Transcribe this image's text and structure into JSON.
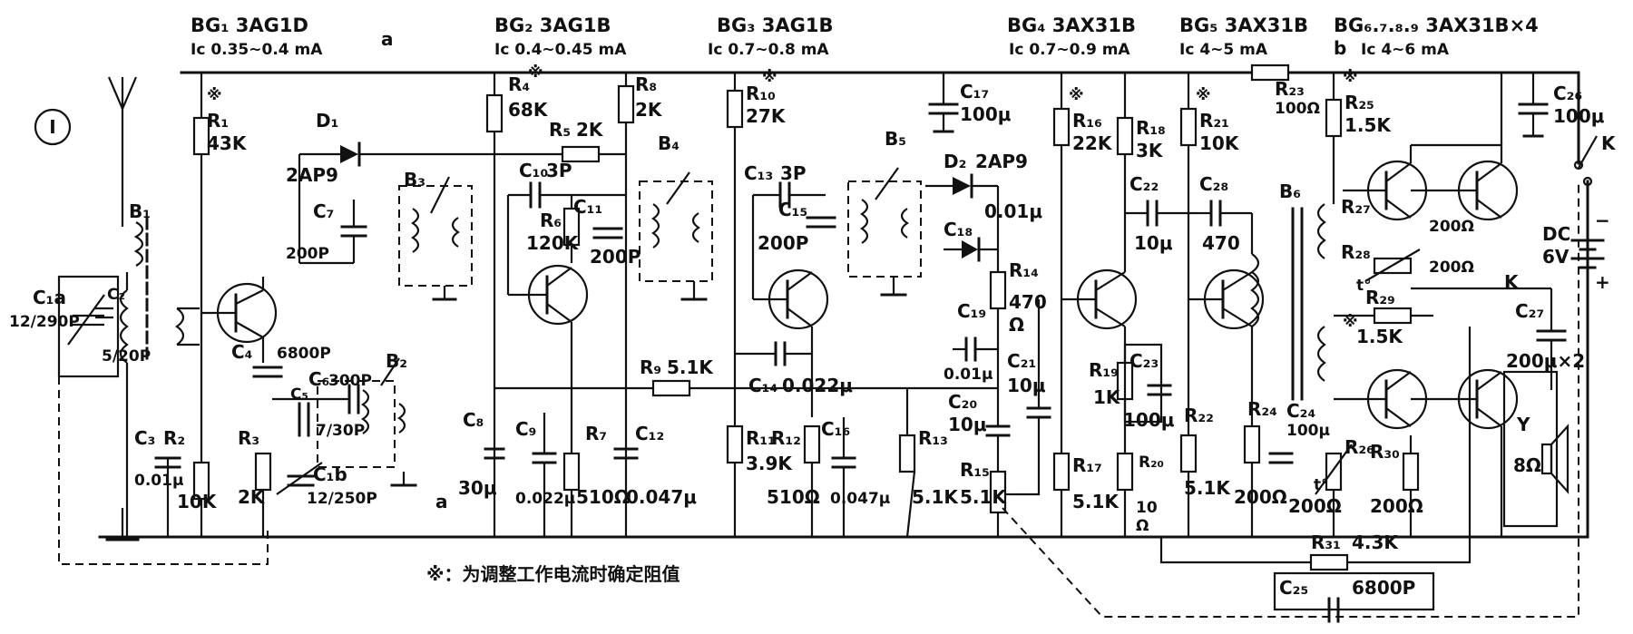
{
  "diagram_number": "Ⅰ",
  "headers": {
    "bg1_name": "BG₁ 3AG1D",
    "bg1_ic": "Ic 0.35~0.4 mA",
    "bg2_name": "BG₂ 3AG1B",
    "bg2_ic": "Ic 0.4~0.45 mA",
    "bg3_name": "BG₃ 3AG1B",
    "bg3_ic": "Ic 0.7~0.8 mA",
    "bg4_name": "BG₄ 3AX31B",
    "bg4_ic": "Ic 0.7~0.9 mA",
    "bg5_name": "BG₅ 3AX31B",
    "bg5_ic": "Ic 4~5 mA",
    "bg6_name": "BG₆.₇.₈.₉ 3AX31B×4",
    "bg6_ic": "Ic 4~6 mA"
  },
  "nodes": {
    "a": "a",
    "b": "b",
    "K": "K",
    "K2": "K"
  },
  "components": {
    "B1": "B₁",
    "B2": "B₂",
    "B3": "B₃",
    "B4": "B₄",
    "B5": "B₅",
    "B6": "B₆",
    "C1a_name": "C₁a",
    "C1a_value": "12/290P",
    "C2": "C₂",
    "C2_value": "5/20P",
    "C3": "C₃",
    "C3_value": "0.01μ",
    "R1": "R₁",
    "R1_value": "43K",
    "R2": "R₂",
    "R2_value": "10K",
    "R3": "R₃",
    "R3_value": "2K",
    "C4": "C₄",
    "C4_value": "6800P",
    "C5": "C₅",
    "C5_value": "7/30P",
    "C6": "C₆",
    "C6_value": "300P",
    "C1b": "C₁b",
    "C1b_value": "12/250P",
    "D1": "D₁",
    "D1_value": "2AP9",
    "C7": "C₇",
    "C7_value": "200P",
    "C8": "C₈",
    "C8_value": "30μ",
    "R4": "R₄",
    "R4_value": "68K",
    "R5": "R₅",
    "R5_value": "2K",
    "C10": "C₁₀",
    "C10_value": "3P",
    "R6": "R₆",
    "R6_value": "120K",
    "C11": "C₁₁",
    "C11_value": "200P",
    "C9": "C₉",
    "C9_value": "0.022μ",
    "R7": "R₇",
    "R7_value": "510Ω",
    "R8": "R₈",
    "R8_value": "2K",
    "C12": "C₁₂",
    "C12_value": "0.047μ",
    "R9": "R₉",
    "R9_value": "5.1K",
    "R10": "R₁₀",
    "R10_value": "27K",
    "C13": "C₁₃",
    "C13_value": "3P",
    "C15": "C₁₅",
    "C15_value": "200P",
    "C14": "C₁₄",
    "C14_value": "0.022μ",
    "R11": "R₁₁",
    "R11_value": "3.9K",
    "R12": "R₁₂",
    "R12_value": "510Ω",
    "C16": "C₁₆",
    "C16_value": "0.047μ",
    "D2": "D₂",
    "D2_value": "2AP9",
    "C18": "C₁₈",
    "C18_value": "0.01μ",
    "C17": "C₁₇",
    "C17_value": "100μ",
    "R13": "R₁₃",
    "R13_value": "5.1K",
    "R14": "R₁₄",
    "R14_value": "470",
    "R14_unit": "Ω",
    "C19": "C₁₉",
    "C19_value": "0.01μ",
    "C20": "C₂₀",
    "C20_value": "10μ",
    "C21": "C₂₁",
    "C21_value": "10μ",
    "R15": "R₁₅",
    "R15_value": "5.1K",
    "R16": "R₁₆",
    "R16_value": "22K",
    "R17": "R₁₇",
    "R17_value": "5.1K",
    "R18": "R₁₈",
    "R18_value": "3K",
    "C22": "C₂₂",
    "C22_value": "10μ",
    "R19": "R₁₉",
    "R19_value": "1K",
    "C23": "C₂₃",
    "C23_value": "100μ",
    "R20": "R₂₀",
    "R20_value": "10",
    "R20_unit": "Ω",
    "R21": "R₂₁",
    "R21_value": "10K",
    "R22": "R₂₂",
    "R22_value": "5.1K",
    "C28": "C₂₈",
    "C28_value": "470",
    "R23": "R₂₃",
    "R23_value": "100Ω",
    "R24": "R₂₄",
    "R24_value": "200Ω",
    "C24": "C₂₄",
    "C24_value": "100μ",
    "R25": "R₂₅",
    "R25_value": "1.5K",
    "R26": "R₂₆",
    "R26_value": "200Ω",
    "R27": "R₂₇",
    "R27_value": "200Ω",
    "R28": "R₂₈",
    "R28_value": "200Ω",
    "R29": "R₂₉",
    "R29_value": "1.5K",
    "R30": "R₃₀",
    "R30_value": "200Ω",
    "R31": "R₃₁",
    "R31_value": "4.3K",
    "C25": "C₂₅",
    "C25_value": "6800P",
    "C26": "C₂₆",
    "C26_value": "100μ",
    "C27": "C₂₇",
    "C27_value": "200μ×2",
    "DC": "DC",
    "DC_value": "6V",
    "Y": "Y",
    "Y_value": "8Ω",
    "t1": "t°",
    "t2": "t°"
  },
  "note": "※：为调整工作电流时确定阻值"
}
